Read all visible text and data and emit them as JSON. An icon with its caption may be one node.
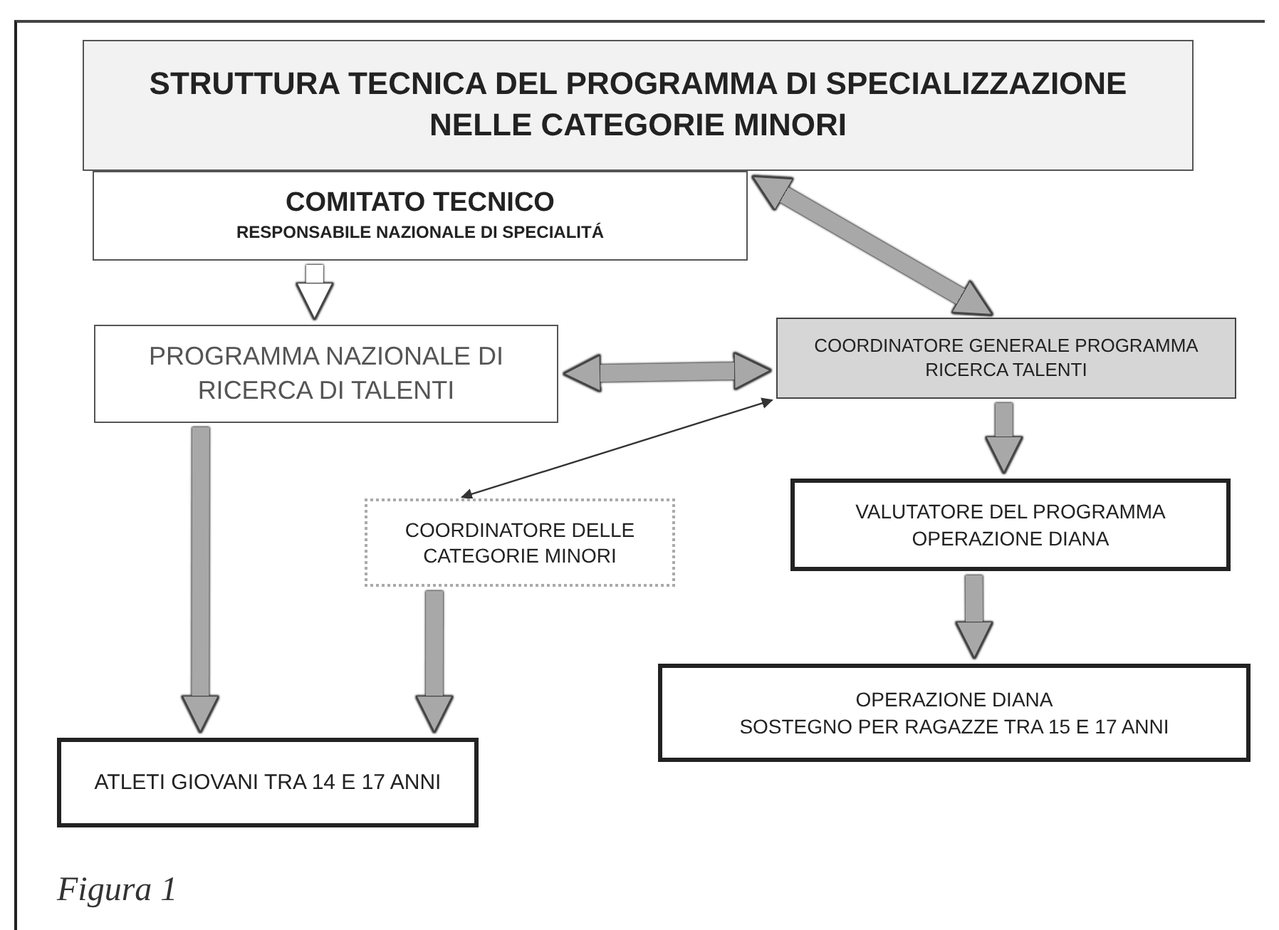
{
  "diagram": {
    "caption": "Figura 1",
    "nodes": [
      {
        "text": [
          "STRUTTURA TECNICA DEL PROGRAMMA DI SPECIALIZZAZIONE NELLE CATEGORIE MINORI"
        ]
      },
      {
        "text": [
          "COMITATO TECNICO",
          "RESPONSABILE NAZIONALE DI SPECIALITÁ"
        ]
      },
      {
        "text": [
          "PROGRAMMA NAZIONALE DI RICERCA DI TALENTI"
        ]
      },
      {
        "text": [
          "COORDINATORE GENERALE PROGRAMMA RICERCA TALENTI"
        ]
      },
      {
        "text": [
          "COORDINATORE DELLE CATEGORIE MINORI"
        ]
      },
      {
        "text": [
          "VALUTATORE DEL PROGRAMMA OPERAZIONE DIANA"
        ]
      },
      {
        "text": [
          "OPERAZIONE DIANA",
          "SOSTEGNO PER RAGAZZE TRA 15 E 17 ANNI"
        ]
      },
      {
        "text": [
          "ATLETI GIOVANI TRA 14 E 17 ANNI"
        ]
      }
    ],
    "edges": [
      {
        "from": 1,
        "to": 2,
        "arrow": "to",
        "color": "#ffffff"
      },
      {
        "from": 1,
        "to": 3,
        "arrow": "both"
      },
      {
        "from": 2,
        "to": 3,
        "arrow": "both"
      },
      {
        "from": 3,
        "to": 4,
        "arrow": "both",
        "color": "#333333"
      },
      {
        "from": 3,
        "to": 5,
        "arrow": "to"
      },
      {
        "from": 5,
        "to": 6,
        "arrow": "to"
      },
      {
        "from": 2,
        "to": 7,
        "arrow": "to"
      },
      {
        "from": 4,
        "to": 7,
        "arrow": "to"
      }
    ]
  }
}
